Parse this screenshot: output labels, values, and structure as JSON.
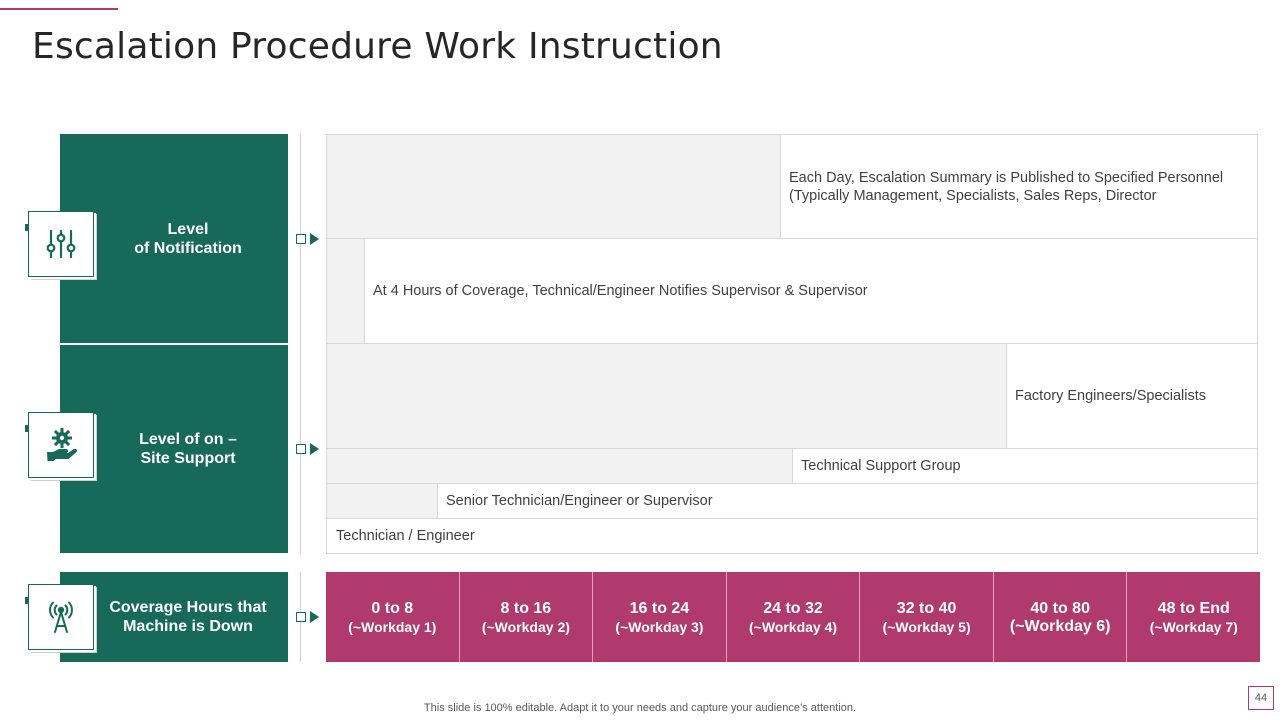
{
  "slide": {
    "title": "Escalation Procedure Work Instruction",
    "footer": "This slide is 100% editable. Adapt it to your needs and capture your audience’s attention.",
    "page_number": "44"
  },
  "levels": [
    {
      "label": "Level\nof Notification",
      "icon": "sliders-icon"
    },
    {
      "label": "Level of on –\nSite Support",
      "icon": "gear-hand-icon"
    },
    {
      "label": "Coverage Hours that\nMachine is Down",
      "icon": "antenna-tower-icon"
    }
  ],
  "rows": [
    {
      "text": "Each Day, Escalation Summary is Published to Specified Personnel\n(Typically Management,  Specialists, Sales Reps, Director",
      "coverage_start_fraction": 0.487
    },
    {
      "text": "At 4 Hours of Coverage, Technical/Engineer Notifies Supervisor & Supervisor",
      "coverage_start_fraction": 0.04
    },
    {
      "text": "Factory Engineers/Specialists",
      "coverage_start_fraction": 0.73
    },
    {
      "text": "Technical Support Group",
      "coverage_start_fraction": 0.5
    },
    {
      "text": "Senior Technician/Engineer or Supervisor",
      "coverage_start_fraction": 0.118
    },
    {
      "text": "Technician / Engineer",
      "coverage_start_fraction": 0
    }
  ],
  "hours": [
    {
      "range": "0 to 8",
      "workday": "(~Workday 1)"
    },
    {
      "range": "8 to 16",
      "workday": "(~Workday 2)"
    },
    {
      "range": "16 to 24",
      "workday": "(~Workday 3)"
    },
    {
      "range": "24 to 32",
      "workday": "(~Workday 4)"
    },
    {
      "range": "32 to 40",
      "workday": "(~Workday 5)"
    },
    {
      "range": "40 to 80",
      "workday": "(~Workday 6)"
    },
    {
      "range": "48 to End",
      "workday": "(~Workday 7)"
    }
  ],
  "colors": {
    "green": "#17695a",
    "magenta": "#b03a6e",
    "gray": "#f2f2f2"
  }
}
